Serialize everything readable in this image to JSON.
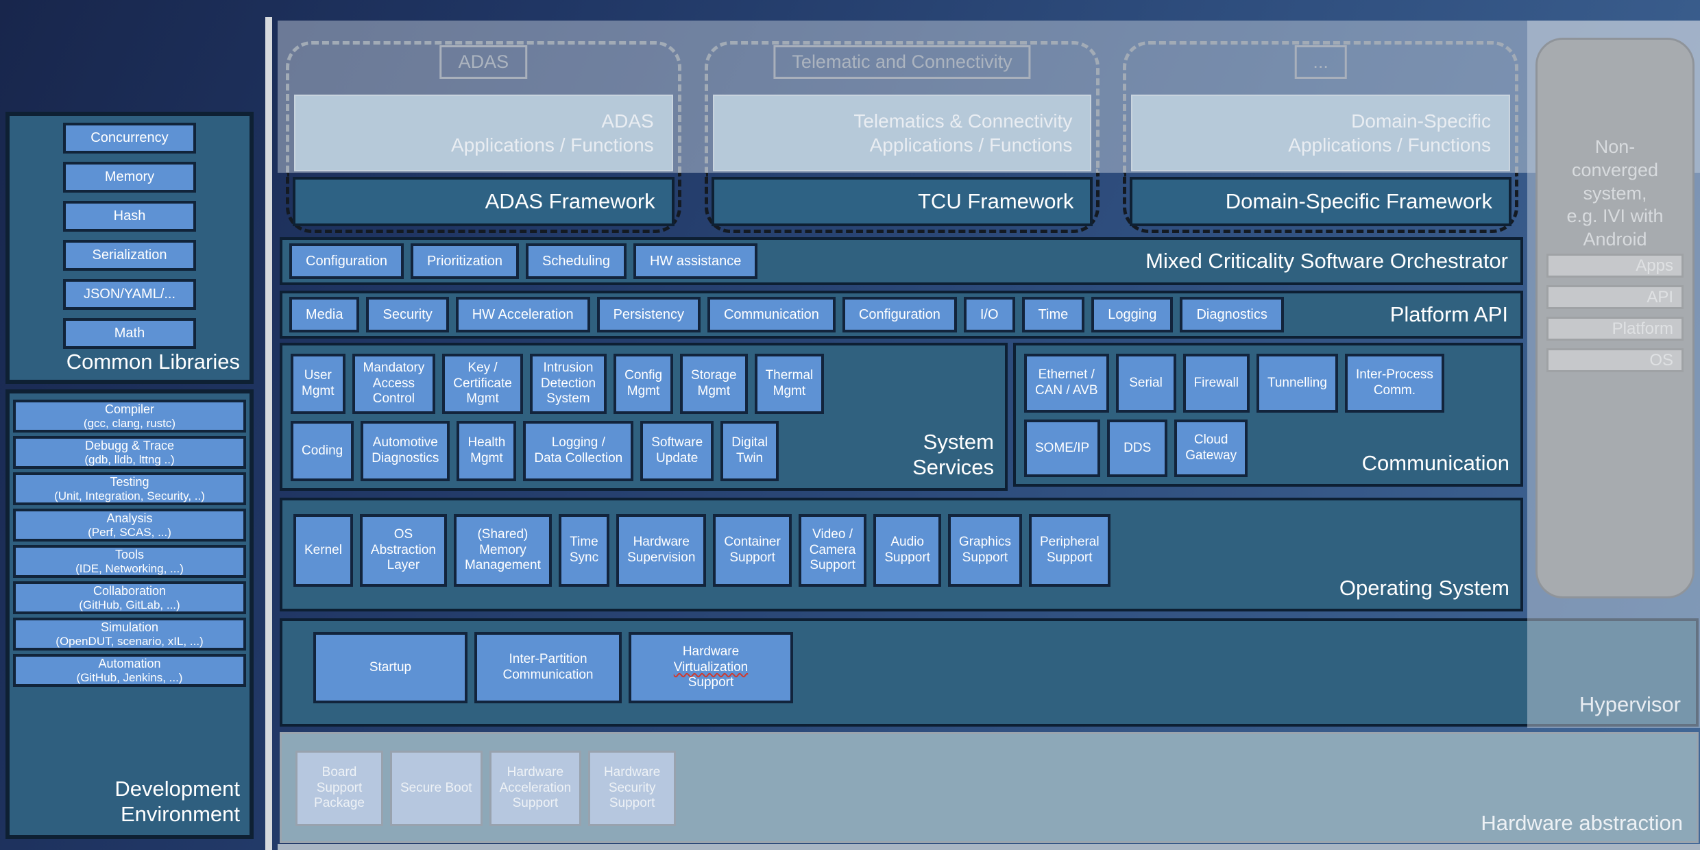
{
  "theme": {
    "background_navy": "#1b2a52",
    "panel_teal": "#30617f",
    "item_blue": "#5e92d4",
    "border_dark": "#0d1f33",
    "washed_grey": "#cdd7e2",
    "hardware_grey": "#8da8b8",
    "spellcheck_red": "#d03a2e"
  },
  "left_sidebar": {
    "common_libraries": {
      "title": "Common Libraries",
      "items": [
        "Concurrency",
        "Memory",
        "Hash",
        "Serialization",
        "JSON/YAML/...",
        "Math"
      ]
    },
    "development_environment": {
      "title": "Development\nEnvironment",
      "items": [
        {
          "name": "Compiler",
          "detail": "(gcc, clang, rustc)"
        },
        {
          "name": "Debugg & Trace",
          "detail": "(gdb, lldb, lttng ..)"
        },
        {
          "name": "Testing",
          "detail": "(Unit, Integration, Security, ..)"
        },
        {
          "name": "Analysis",
          "detail": "(Perf, SCAS, ...)"
        },
        {
          "name": "Tools",
          "detail": "(IDE, Networking, ...)"
        },
        {
          "name": "Collaboration",
          "detail": "(GitHub, GitLab, ...)"
        },
        {
          "name": "Simulation",
          "detail": "(OpenDUT, scenario, xIL, ...)"
        },
        {
          "name": "Automation",
          "detail": "(GitHub, Jenkins, ...)"
        }
      ]
    }
  },
  "app_groups": [
    {
      "tag": "ADAS",
      "apps": "ADAS\nApplications / Functions",
      "framework": "ADAS Framework"
    },
    {
      "tag": "Telematic and Connectivity",
      "apps": "Telematics & Connectivity\nApplications / Functions",
      "framework": "TCU Framework"
    },
    {
      "tag": "...",
      "apps": "Domain-Specific\nApplications / Functions",
      "framework": "Domain-Specific Framework"
    }
  ],
  "orchestrator": {
    "title": "Mixed Criticality Software Orchestrator",
    "items": [
      "Configuration",
      "Prioritization",
      "Scheduling",
      "HW assistance"
    ]
  },
  "platform_api": {
    "title": "Platform API",
    "items": [
      "Media",
      "Security",
      "HW Acceleration",
      "Persistency",
      "Communication",
      "Configuration",
      "I/O",
      "Time",
      "Logging",
      "Diagnostics"
    ]
  },
  "system_services": {
    "title": "System\nServices",
    "row1": [
      "User\nMgmt",
      "Mandatory\nAccess\nControl",
      "Key /\nCertificate\nMgmt",
      "Intrusion\nDetection\nSystem",
      "Config\nMgmt",
      "Storage\nMgmt",
      "Thermal\nMgmt"
    ],
    "row2": [
      "Coding",
      "Automotive\nDiagnostics",
      "Health\nMgmt",
      "Logging /\nData Collection",
      "Software\nUpdate",
      "Digital\nTwin"
    ]
  },
  "communication": {
    "title": "Communication",
    "row1": [
      "Ethernet /\nCAN / AVB",
      "Serial",
      "Firewall",
      "Tunnelling",
      "Inter-Process\nComm."
    ],
    "row2": [
      "SOME/IP",
      "DDS",
      "Cloud\nGateway"
    ]
  },
  "operating_system": {
    "title": "Operating System",
    "items": [
      "Kernel",
      "OS\nAbstraction\nLayer",
      "(Shared)\nMemory\nManagement",
      "Time\nSync",
      "Hardware\nSupervision",
      "Container\nSupport",
      "Video /\nCamera\nSupport",
      "Audio\nSupport",
      "Graphics\nSupport",
      "Peripheral\nSupport"
    ]
  },
  "hypervisor": {
    "title": "Hypervisor",
    "items": [
      "Startup",
      "Inter-Partition\nCommunication"
    ],
    "virtualization_item": {
      "line1": "Hardware",
      "line2": "Virtualization",
      "line3": "Support"
    }
  },
  "hardware_abstraction": {
    "title": "Hardware abstraction",
    "items": [
      "Board\nSupport\nPackage",
      "Secure Boot",
      "Hardware\nAcceleration\nSupport",
      "Hardware\nSecurity\nSupport"
    ]
  },
  "non_converged": {
    "description": "Non-\nconverged\nsystem,\ne.g. IVI with\nAndroid",
    "layers": [
      "Apps",
      "API",
      "Platform",
      "OS"
    ]
  }
}
